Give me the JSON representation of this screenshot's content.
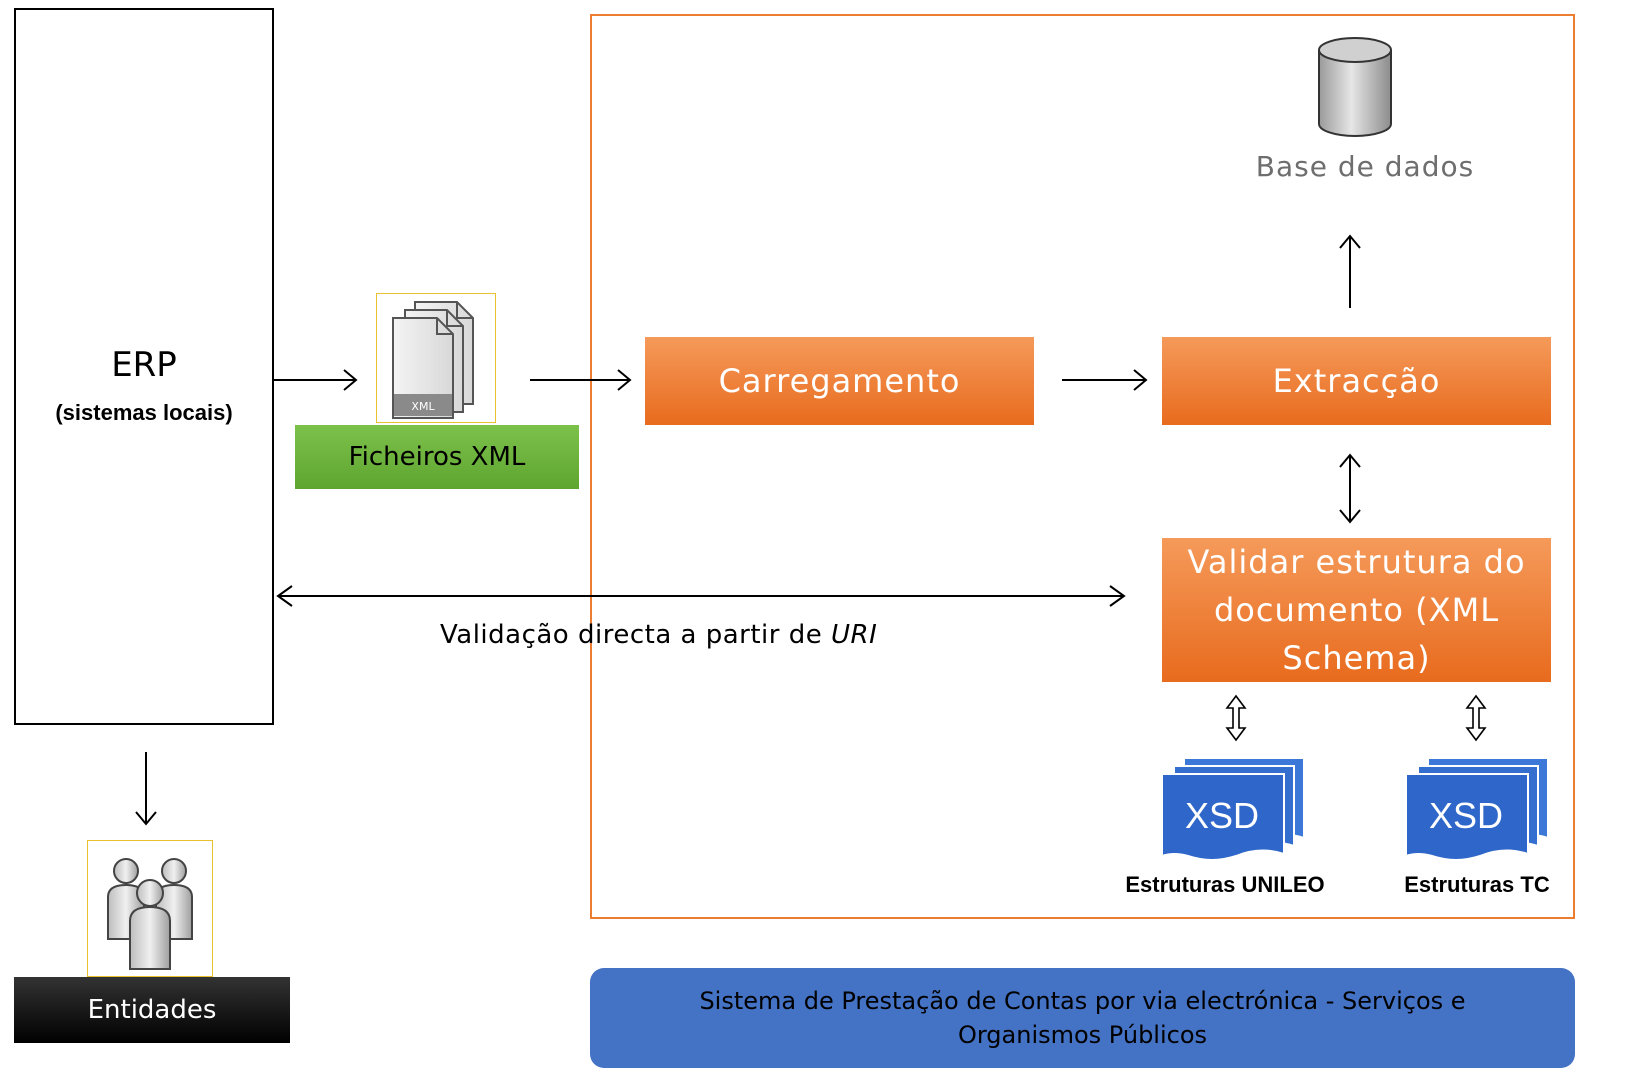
{
  "erp": {
    "title": "ERP",
    "subtitle": "(sistemas locais)"
  },
  "files": {
    "icon_caption": "XML",
    "label": "Ficheiros XML"
  },
  "process": {
    "carregamento": "Carregamento",
    "extraccao": "Extracção",
    "validar": "Validar estrutura do documento (XML Schema)"
  },
  "database": {
    "label": "Base de dados"
  },
  "schemas": {
    "unileo": {
      "icon_text": "XSD",
      "label": "Estruturas UNILEO"
    },
    "tc": {
      "icon_text": "XSD",
      "label": "Estruturas TC"
    }
  },
  "validation_link": {
    "label_prefix": "Validação directa a partir de ",
    "label_em": "URI"
  },
  "entities": {
    "label": "Entidades"
  },
  "system": {
    "banner": "Sistema de Prestação de Contas por via electrónica - Serviços e Organismos Públicos"
  },
  "colors": {
    "frame_orange": "#ed7d31",
    "process_orange": "#e86b1e",
    "files_green": "#5ea530",
    "banner_blue": "#4472c4",
    "xsd_blue": "#2e67c9",
    "db_label_gray": "#6e6e6e"
  },
  "icons": [
    "xml-files-icon",
    "database-cylinder-icon",
    "xsd-document-icon",
    "people-group-icon"
  ]
}
